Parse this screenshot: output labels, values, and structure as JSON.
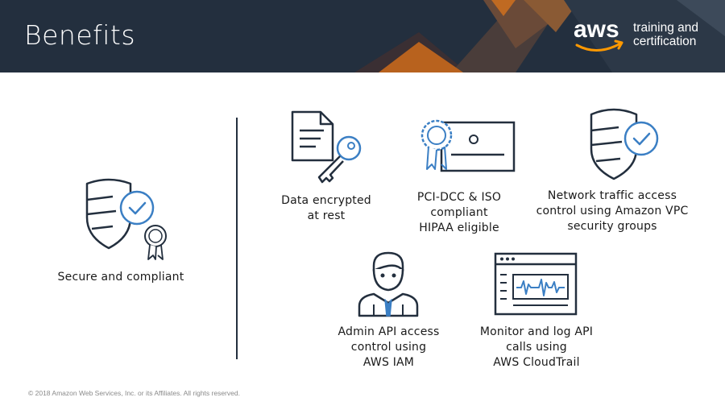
{
  "header": {
    "title": "Benefits",
    "logo": {
      "wordmark": "aws",
      "tagline_line1": "training and",
      "tagline_line2": "certification"
    }
  },
  "left": {
    "icon": "shield-check-with-ribbon-icon",
    "caption": "Secure and compliant"
  },
  "benefits": [
    {
      "icon": "document-key-icon",
      "lines": [
        "Data encrypted",
        "at rest"
      ]
    },
    {
      "icon": "certificate-ribbon-icon",
      "lines": [
        "PCI-DCC & ISO",
        "compliant",
        "HIPAA eligible"
      ]
    },
    {
      "icon": "shield-check-icon",
      "lines": [
        "Network traffic access",
        "control using Amazon VPC",
        "security groups"
      ]
    },
    {
      "icon": "admin-user-icon",
      "lines": [
        "Admin API access",
        "control using",
        "AWS IAM"
      ]
    },
    {
      "icon": "monitor-log-window-icon",
      "lines": [
        "Monitor and log API",
        "calls using",
        "AWS CloudTrail"
      ]
    }
  ],
  "footer": {
    "copyright": "© 2018 Amazon Web Services, Inc. or its Affiliates. All rights reserved."
  },
  "colors": {
    "header_bg": "#232f3e",
    "accent_orange": "#ff9900",
    "icon_stroke": "#232f3e",
    "icon_accent": "#3b7fc4"
  }
}
